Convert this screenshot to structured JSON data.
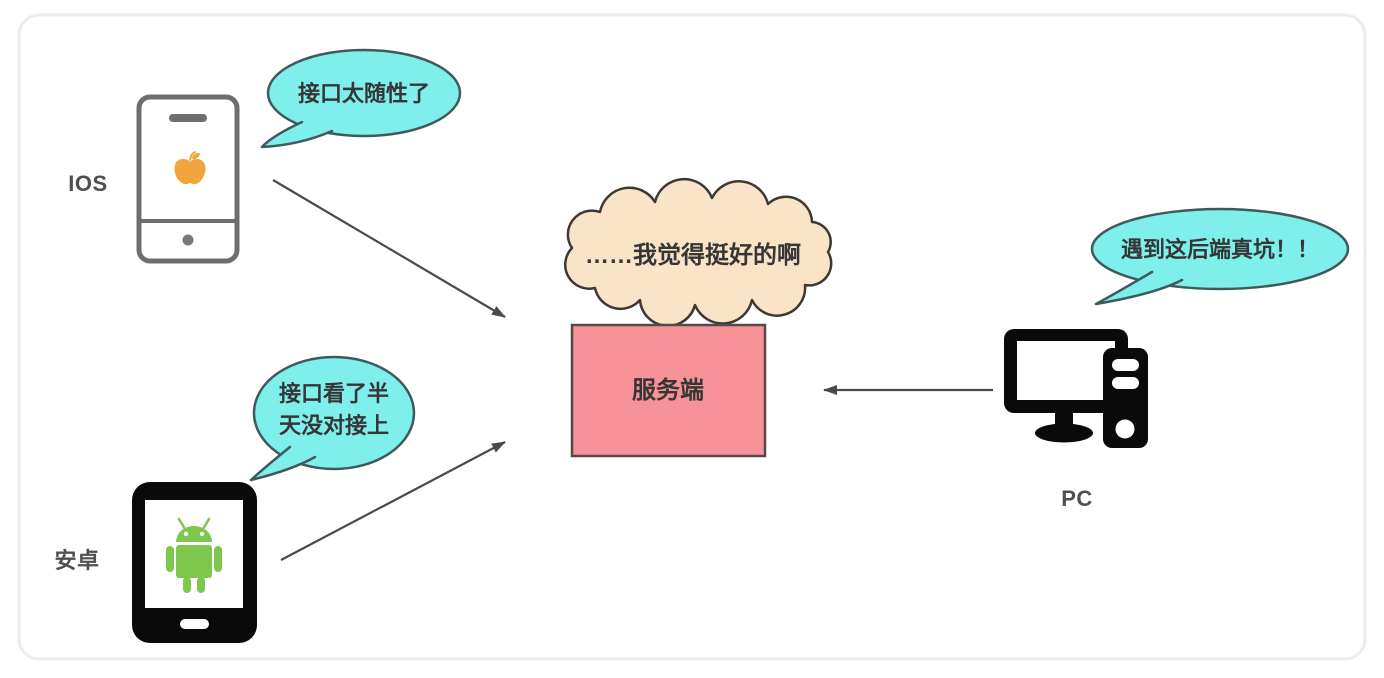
{
  "nodes": {
    "ios": {
      "label": "IOS",
      "bubble_text": "接口太随性了"
    },
    "android": {
      "label": "安卓",
      "bubble_line1": "接口看了半",
      "bubble_line2": "天没对接上"
    },
    "pc": {
      "label": "PC",
      "bubble_text": "遇到这后端真坑！！"
    },
    "server": {
      "label": "服务端",
      "thought_text": "……我觉得挺好的啊"
    }
  },
  "icons": {
    "ios_phone": "iphone-outline-icon",
    "apple_logo": "apple-logo-icon",
    "android_phone": "android-phone-icon",
    "android_robot": "android-robot-icon",
    "pc": "desktop-computer-icon"
  },
  "colors": {
    "background": "#FFFFFF",
    "frame_border": "#ECECEC",
    "bubble_fill": "#7EEFEB",
    "bubble_stroke": "#3F5A5C",
    "cloud_fill": "#FAE4C8",
    "cloud_stroke": "#3E3832",
    "server_fill": "#F79298",
    "server_stroke": "#56494B",
    "arrow": "#4A4A4A",
    "text_dark": "#363636",
    "label": "#4F4F4F",
    "phone_gray": "#6E6E6E",
    "phone_gray_light": "#7A7A7A",
    "apple_orange": "#F0A63C",
    "android_green": "#7EC74E",
    "icon_black": "#0A0A0A"
  }
}
